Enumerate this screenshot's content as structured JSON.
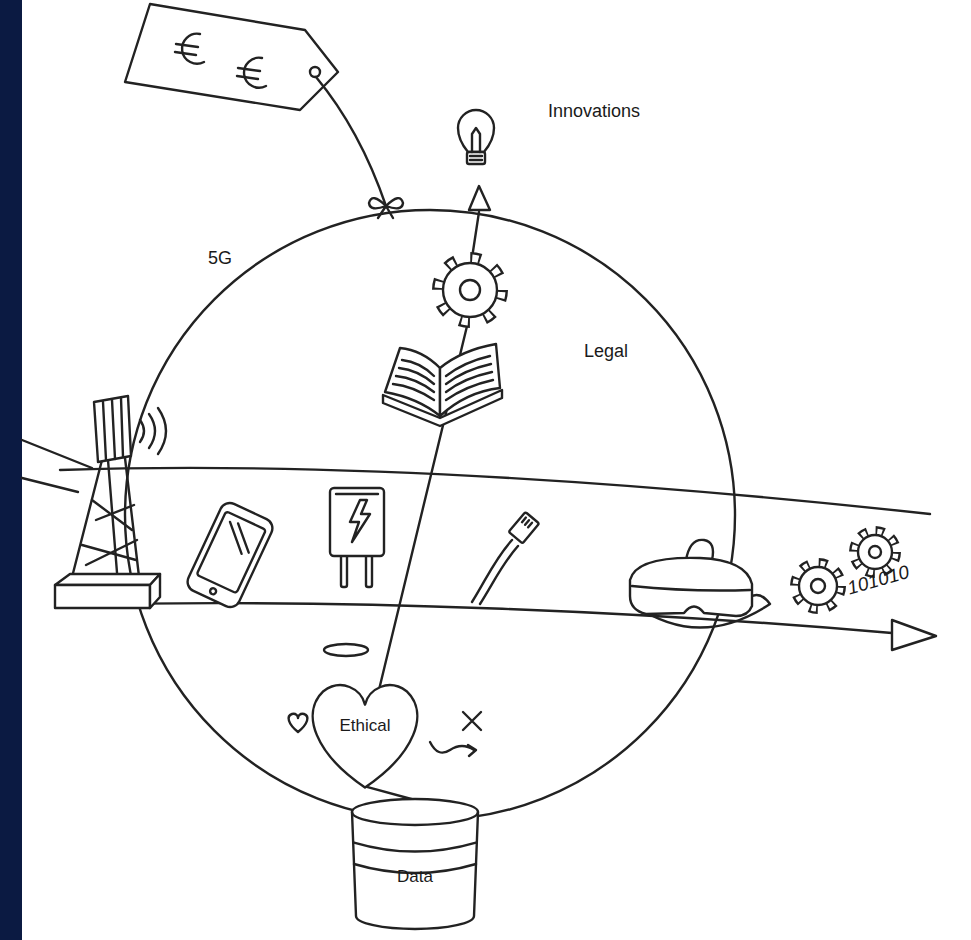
{
  "diagram": {
    "nodes": [
      {
        "text": [
          "Ethical"
        ]
      },
      {
        "text": [
          "Data"
        ]
      }
    ],
    "edges": [
      {
        "from": 1,
        "to": 0,
        "arrow": "none"
      }
    ],
    "labels": [
      "Innovations",
      "Legal",
      "5G",
      "101010"
    ]
  }
}
